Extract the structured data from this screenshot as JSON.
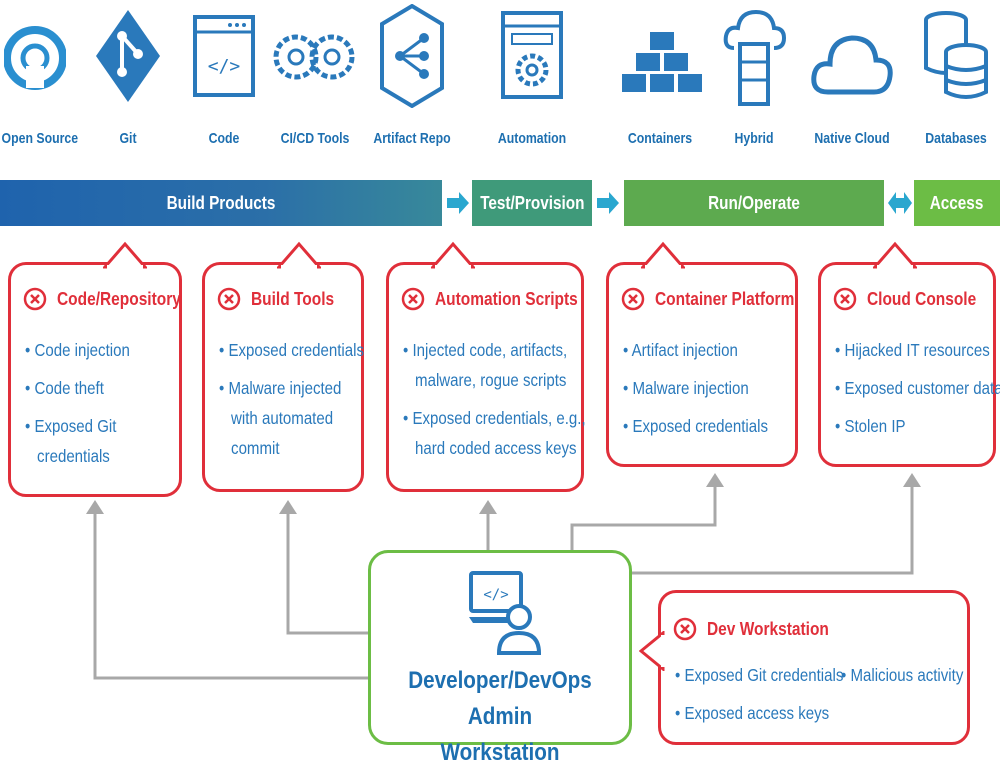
{
  "icons": [
    {
      "label": "Open Source",
      "icon": "open-source-icon"
    },
    {
      "label": "Git",
      "icon": "git-icon"
    },
    {
      "label": "Code",
      "icon": "code-window-icon"
    },
    {
      "label": "CI/CD Tools",
      "icon": "gears-icon"
    },
    {
      "label": "Artifact Repo",
      "icon": "artifact-repo-icon"
    },
    {
      "label": "Automation",
      "icon": "automation-icon"
    },
    {
      "label": "Containers",
      "icon": "containers-icon"
    },
    {
      "label": "Hybrid",
      "icon": "hybrid-icon"
    },
    {
      "label": "Native Cloud",
      "icon": "cloud-icon"
    },
    {
      "label": "Databases",
      "icon": "databases-icon"
    }
  ],
  "stages": [
    {
      "label": "Build Products",
      "color": "#2a6fb0"
    },
    {
      "label": "Test/Provision",
      "color": "#3f9a7a"
    },
    {
      "label": "Run/Operate",
      "color": "#5daa4f"
    },
    {
      "label": "Access",
      "color": "#6cbd45"
    }
  ],
  "cards": [
    {
      "title": "Code/Repository",
      "items": [
        "Code injection",
        "Code theft",
        "Exposed Git",
        "credentials"
      ]
    },
    {
      "title": "Build Tools",
      "items": [
        "Exposed credentials",
        "Malware injected",
        "with automated",
        "commit"
      ]
    },
    {
      "title": "Automation Scripts",
      "items": [
        "Injected code, artifacts,",
        "malware, rogue scripts",
        "Exposed credentials, e.g.,",
        "hard coded access keys"
      ]
    },
    {
      "title": "Container Platform",
      "items": [
        "Artifact injection",
        "Malware injection",
        "Exposed credentials"
      ]
    },
    {
      "title": "Cloud Console",
      "items": [
        "Hijacked IT resources",
        "Exposed customer data",
        "Stolen IP"
      ]
    }
  ],
  "workstation": {
    "title_line1": "Developer/DevOps Admin",
    "title_line2": "Workstation",
    "icon": "developer-laptop-icon"
  },
  "dev_card": {
    "title": "Dev Workstation",
    "items": [
      "Exposed Git credentials",
      "Malicious activity",
      "Exposed access keys"
    ]
  },
  "colors": {
    "blue": "#1d6fb0",
    "red": "#e02f3a",
    "green": "#6cbd45",
    "gray_arrow": "#a8a8a8",
    "connector_arrow": "#2aa7cf"
  }
}
